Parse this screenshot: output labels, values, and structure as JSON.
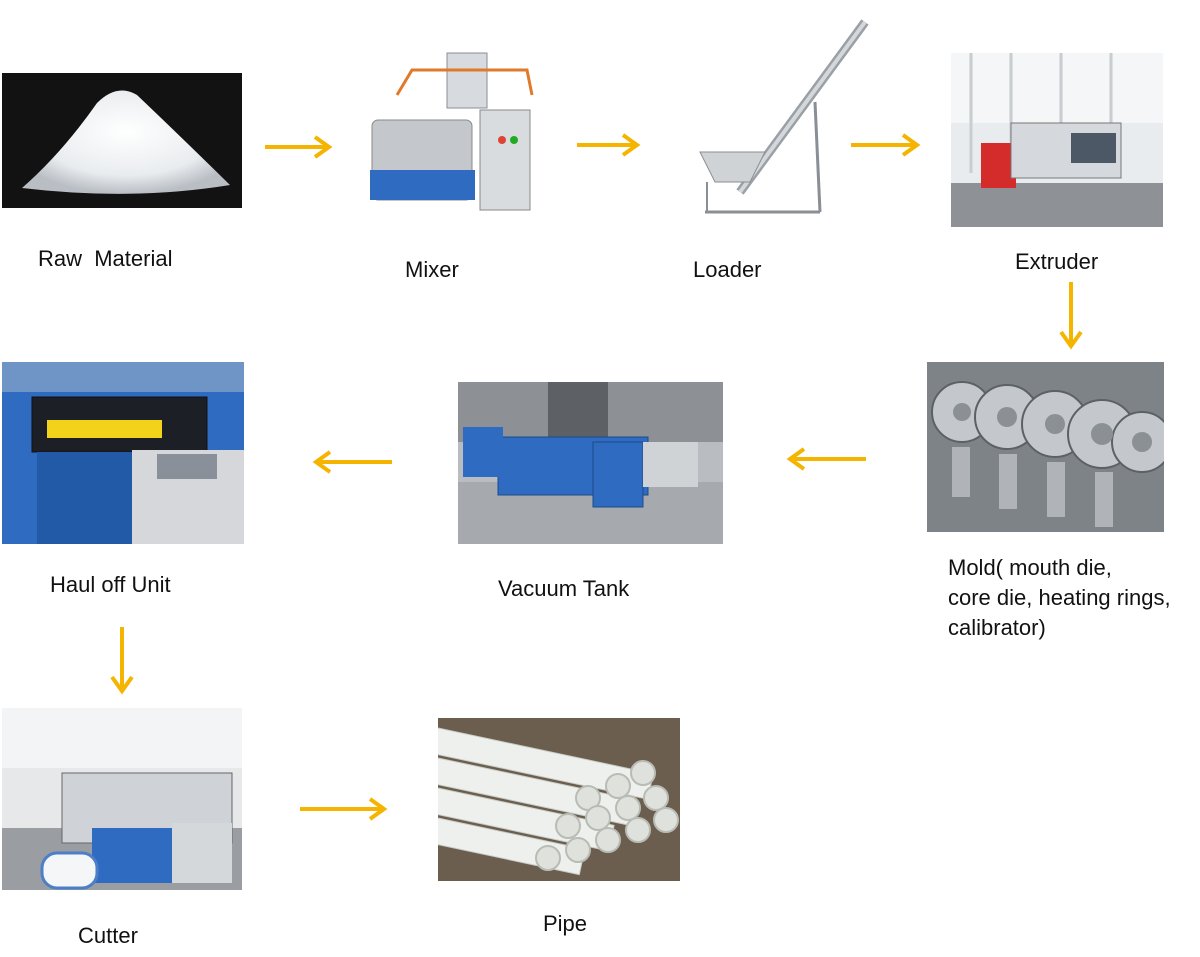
{
  "colors": {
    "arrow": "#f5b400",
    "machine_blue": "#2f6bc0",
    "steel": "#c9cdd2"
  },
  "steps": {
    "raw_material": {
      "label": "Raw  Material",
      "icon": "powder-pile-photo"
    },
    "mixer": {
      "label": "Mixer",
      "icon": "mixer-machine-photo"
    },
    "loader": {
      "label": "Loader",
      "icon": "screw-loader-photo"
    },
    "extruder": {
      "label": "Extruder",
      "icon": "extruder-machine-photo"
    },
    "mold": {
      "label": "Mold( mouth die,\ncore die, heating rings,\ncalibrator)",
      "icon": "mold-dies-photo"
    },
    "vacuum_tank": {
      "label": "Vacuum Tank",
      "icon": "vacuum-tank-photo"
    },
    "haul_off": {
      "label": "Haul off Unit",
      "icon": "haul-off-unit-photo"
    },
    "cutter": {
      "label": "Cutter",
      "icon": "cutter-machine-photo"
    },
    "pipe": {
      "label": "Pipe",
      "icon": "pvc-pipes-photo"
    }
  }
}
